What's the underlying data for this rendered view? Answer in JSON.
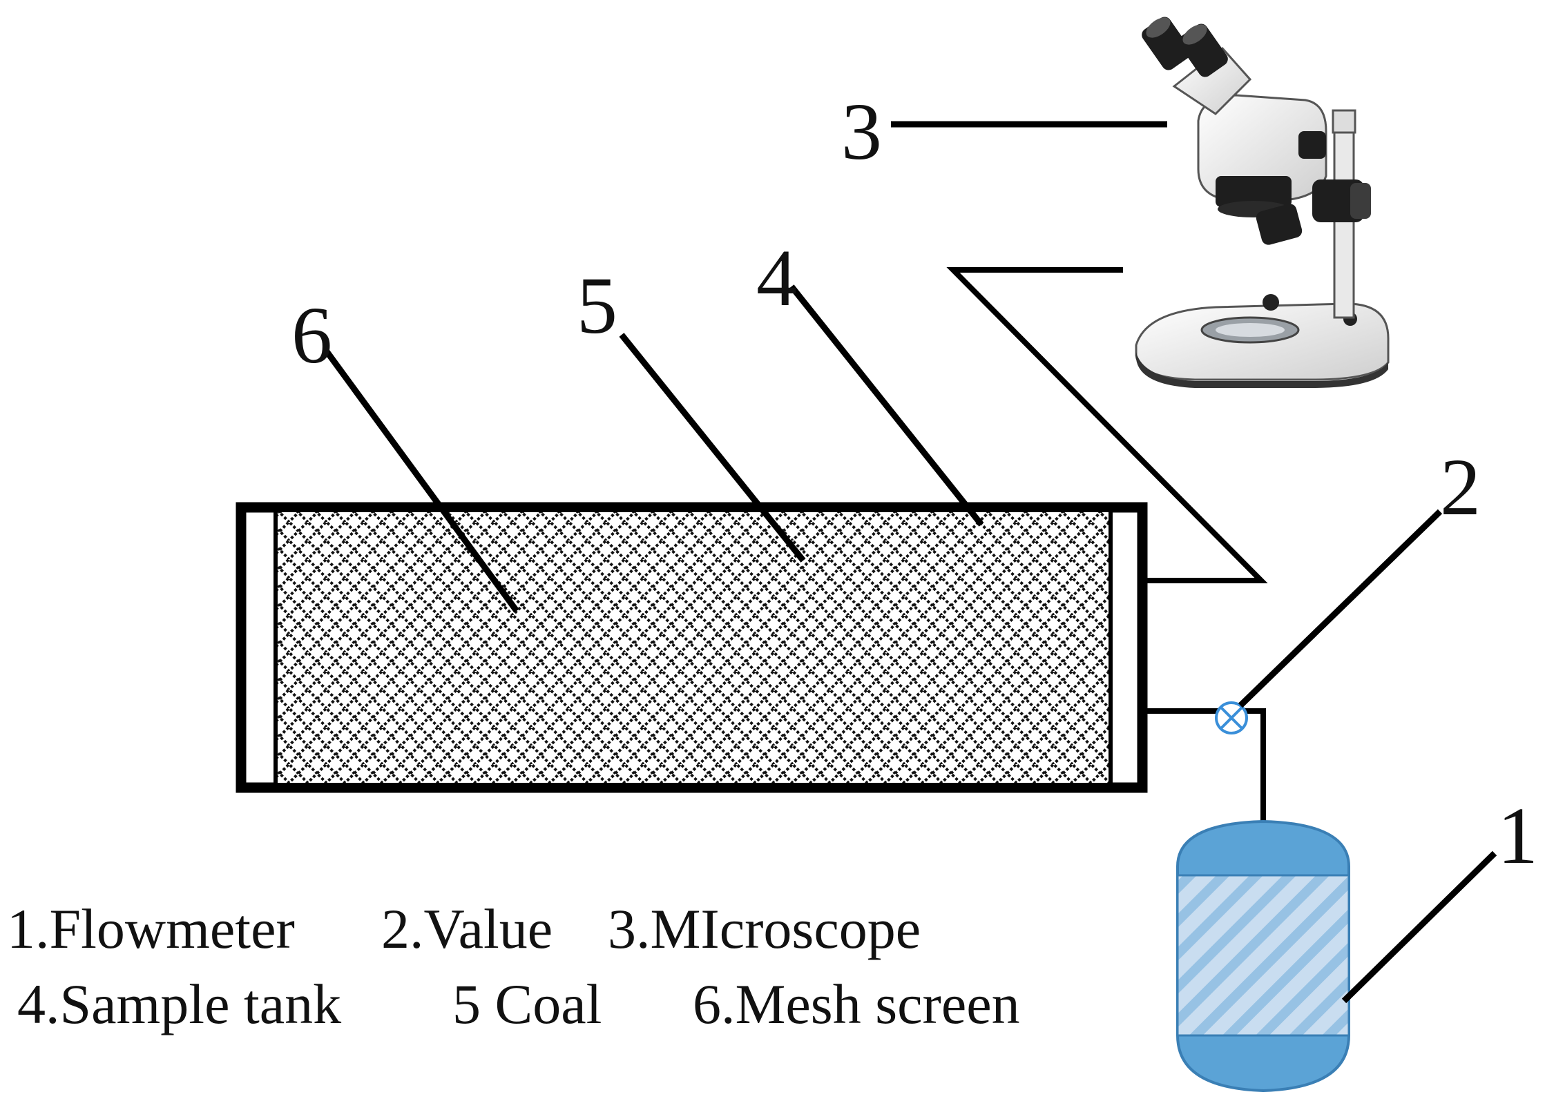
{
  "callouts": {
    "n1": "1",
    "n2": "2",
    "n3": "3",
    "n4": "4",
    "n5": "5",
    "n6": "6"
  },
  "legend": {
    "item1": "1.Flowmeter",
    "item2": "2.Value",
    "item3": "3.MIcroscope",
    "item4": "4.Sample tank",
    "item5": "5 Coal",
    "item6": "6.Mesh screen"
  },
  "colors": {
    "line": "#000000",
    "tank_blue": "#5ba3d6",
    "tank_light": "#c9ddf0",
    "valve_blue": "#3a8fd9",
    "microscope_body": "#eeeeee",
    "microscope_dark": "#1e1e1e"
  },
  "icons": {
    "microscope": "stereo-microscope-icon",
    "valve": "valve-icon",
    "flowmeter": "gas-cylinder-icon"
  }
}
